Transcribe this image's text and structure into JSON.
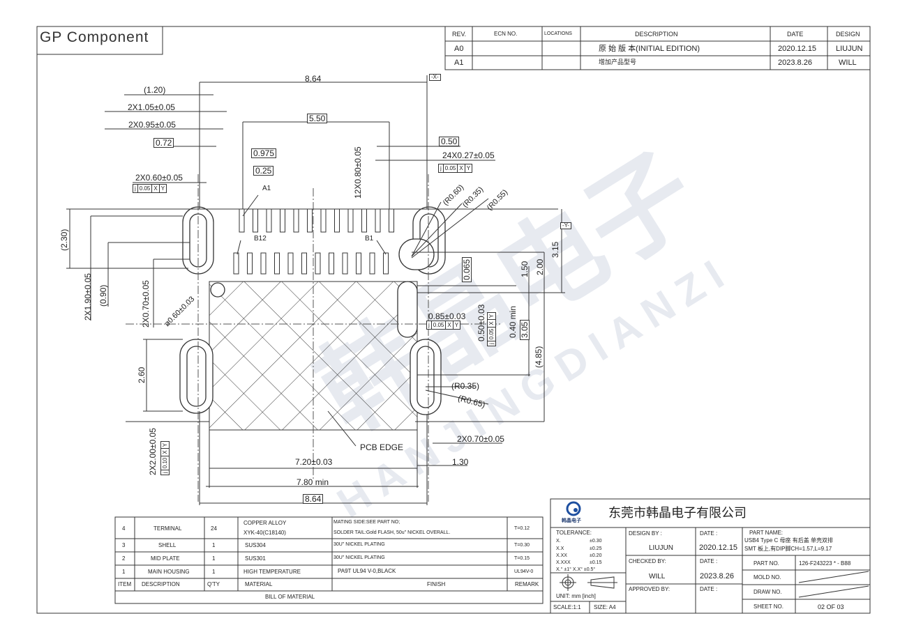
{
  "title": "GP Component",
  "revision_table": {
    "headers": [
      "REV.",
      "ECN NO.",
      "LOCATIONS",
      "DESCRIPTION",
      "DATE",
      "DESIGN"
    ],
    "rows": [
      {
        "rev": "A0",
        "ecn": "",
        "locations": "",
        "description": "原 始 版 本(INITIAL EDITION)",
        "date": "2020.12.15",
        "design": "LIUJUN"
      },
      {
        "rev": "A1",
        "ecn": "",
        "locations": "",
        "description": "增加产品型号",
        "date": "2023.8.26",
        "design": "WILL"
      }
    ]
  },
  "dims": {
    "d864_top": "8.64",
    "x_datum": "-X-",
    "d120": "(1.20)",
    "d105": "2X1.05±0.05",
    "d095": "2X0.95±0.05",
    "d072": "0.72",
    "d550": "5.50",
    "d0975": "0.975",
    "d025": "0.25",
    "d080": "12X0.80±0.05",
    "d050": "0.50",
    "d027": "24X0.27±0.05",
    "d060": "2X0.60±0.05",
    "a1": "A1",
    "b12": "B12",
    "b1": "B1",
    "r060": "(R0.60)",
    "r035a": "(R0.35)",
    "r055": "(R0.55)",
    "y_datum": "-Y-",
    "d230": "(2.30)",
    "d190": "2X1.90±0.05",
    "d090": "(0.90)",
    "d070v": "2X0.70±0.05",
    "phi060": "ø0.60±0.03",
    "d0065": "0.065",
    "d150": "1.50",
    "d200": "2.00",
    "d315": "3.15",
    "d085": "0.85±0.03",
    "d050b": "0.50±0.03",
    "d040": "0.40 min",
    "d305": "3.05",
    "d485": "(4.85)",
    "d260": "2.60",
    "r035b": "(R0.35)",
    "r065": "(R0.65)",
    "d070h": "2X0.70±0.05",
    "pcb": "PCB EDGE",
    "d130": "1.30",
    "d720": "7.20±0.03",
    "d780": "7.80 min",
    "d864_bot": "8.64",
    "d2x200": "2X2.00±0.05"
  },
  "fcf": {
    "sym": "j",
    "tol005": "0.05",
    "tol010": "0.10",
    "x": "X",
    "y": "Y"
  },
  "bom": {
    "rows": [
      {
        "item": "4",
        "desc": "TERMINAL",
        "qty": "24",
        "material": "COPPER ALLOY",
        "material2": "XYK-40(C18140)",
        "finish": "MATING SIDE:SEE PART  NO;",
        "finish2": "SOLDER TAIL:Gold FLASH, 50u\" NICKEL OVERALL.",
        "remark": "T=0.12"
      },
      {
        "item": "3",
        "desc": "SHELL",
        "qty": "1",
        "material": "SUS304",
        "finish": "30U\"  NICKEL PLATING",
        "remark": "T=0.30"
      },
      {
        "item": "2",
        "desc": "MID PLATE",
        "qty": "1",
        "material": "SUS301",
        "finish": "30U\"  NICKEL PLATING",
        "remark": "T=0.15"
      },
      {
        "item": "1",
        "desc": "MAIN HOUSING",
        "qty": "1",
        "material": "HIGH TEMPERATURE",
        "finish": "PA9T  UL94 V-0,BLACK",
        "remark": "UL94V-0"
      }
    ],
    "headers": {
      "item": "ITEM",
      "desc": "DESCRIPTION",
      "qty": "Q'TY",
      "material": "MATERIAL",
      "finish": "FINISH",
      "remark": "REMARK"
    },
    "footer": "BILL OF MATERIAL"
  },
  "title_block": {
    "company": "东莞市韩晶电子有限公司",
    "logo_text": "韩晶电子",
    "tolerance_label": "TOLERANCE:",
    "tolerances": [
      [
        "X.",
        "±0.30"
      ],
      [
        "X.X",
        "±0.25"
      ],
      [
        "X.XX",
        "±0.20"
      ],
      [
        "X.XXX",
        "±0.15"
      ]
    ],
    "angle_tol": "X.°  ±1°      X.X°  ±0.5°",
    "unit": "UNIT:    mm [inch]",
    "scale": "SCALE:1:1",
    "size": "SIZE: A4",
    "design_by_label": "DESIGN BY :",
    "design_by": "LIUJUN",
    "checked_by_label": "CHECKED BY:",
    "checked_by": "WILL",
    "approved_by_label": "APPROVED BY:",
    "date_label": "DATE :",
    "design_date": "2020.12.15",
    "checked_date": "2023.8.26",
    "part_name_label": "PART NAME:",
    "part_name_1": "USB4 Type C  母座 有后盖 单壳双排",
    "part_name_2": "SMT 板上,有DIP脚CH=1.57,L=9.17",
    "part_no_label": "PART NO.",
    "part_no": "126-F243223  *  - B88",
    "mold_no_label": "MOLD NO.",
    "draw_no_label": "DRAW NO.",
    "sheet_no_label": "SHEET NO.",
    "sheet_no": "02 OF 03"
  },
  "watermark": {
    "cn": "韩晶电子",
    "en": "HANJINGDIANZI"
  }
}
